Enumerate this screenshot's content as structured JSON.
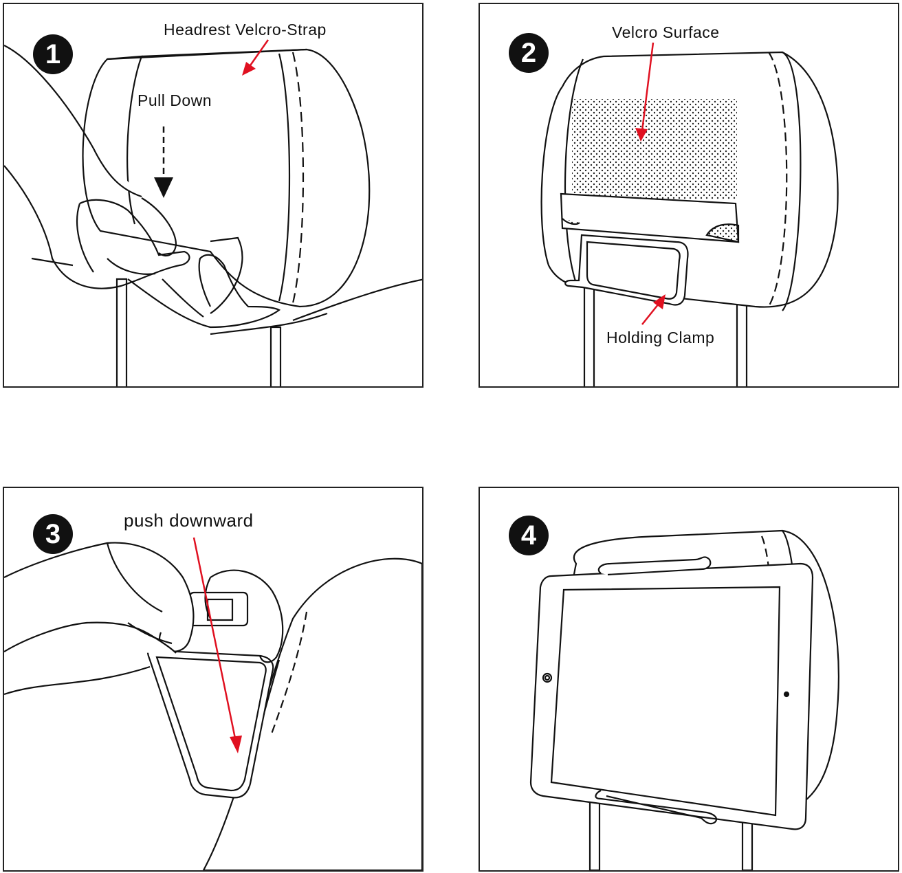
{
  "panels": [
    {
      "step": "1",
      "labels": [
        "Headrest Velcro-Strap",
        "Pull Down"
      ]
    },
    {
      "step": "2",
      "labels": [
        "Velcro Surface",
        "Holding Clamp"
      ]
    },
    {
      "step": "3",
      "labels": [
        "push downward"
      ]
    },
    {
      "step": "4",
      "labels": []
    }
  ],
  "colors": {
    "arrow": "#e01020",
    "line": "#111111",
    "background": "#ffffff"
  },
  "icons": [
    "hand-icon",
    "headrest-icon",
    "tablet-icon",
    "clamp-icon"
  ]
}
